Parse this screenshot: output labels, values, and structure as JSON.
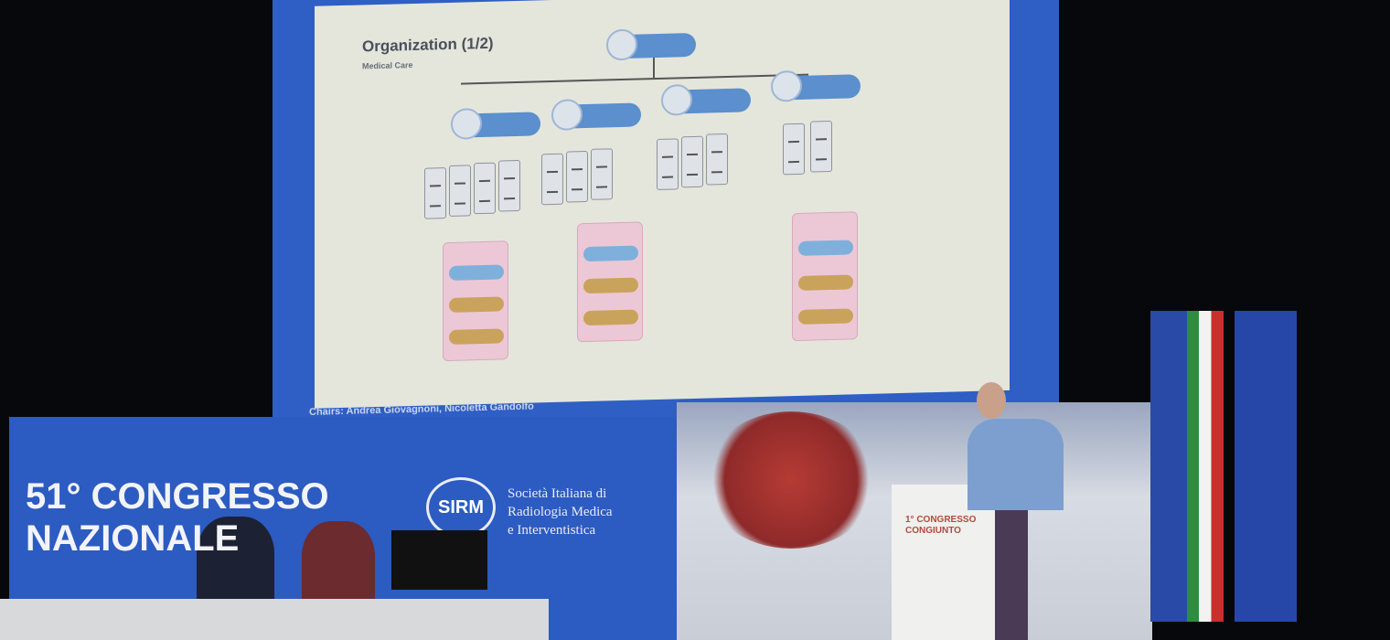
{
  "slide": {
    "title": "Organization (1/2)",
    "subtitle": "Medical Care",
    "footer": "Chairs: Andrea Giovagnoni, Nicoletta Gandolfo"
  },
  "banner": {
    "congress_line1": "51° CONGRESSO",
    "congress_line2": "NAZIONALE",
    "logo": "SIRM",
    "society_line1": "Società Italiana di",
    "society_line2": "Radiologia Medica",
    "society_line3": "e Interventistica"
  },
  "podium": {
    "line1": "1° CONGRESSO",
    "line2": "CONGIUNTO"
  },
  "colors": {
    "screen_blue": "#2f5fc4",
    "banner_blue": "#2c5bc1",
    "node_blue": "#5b8fce"
  }
}
